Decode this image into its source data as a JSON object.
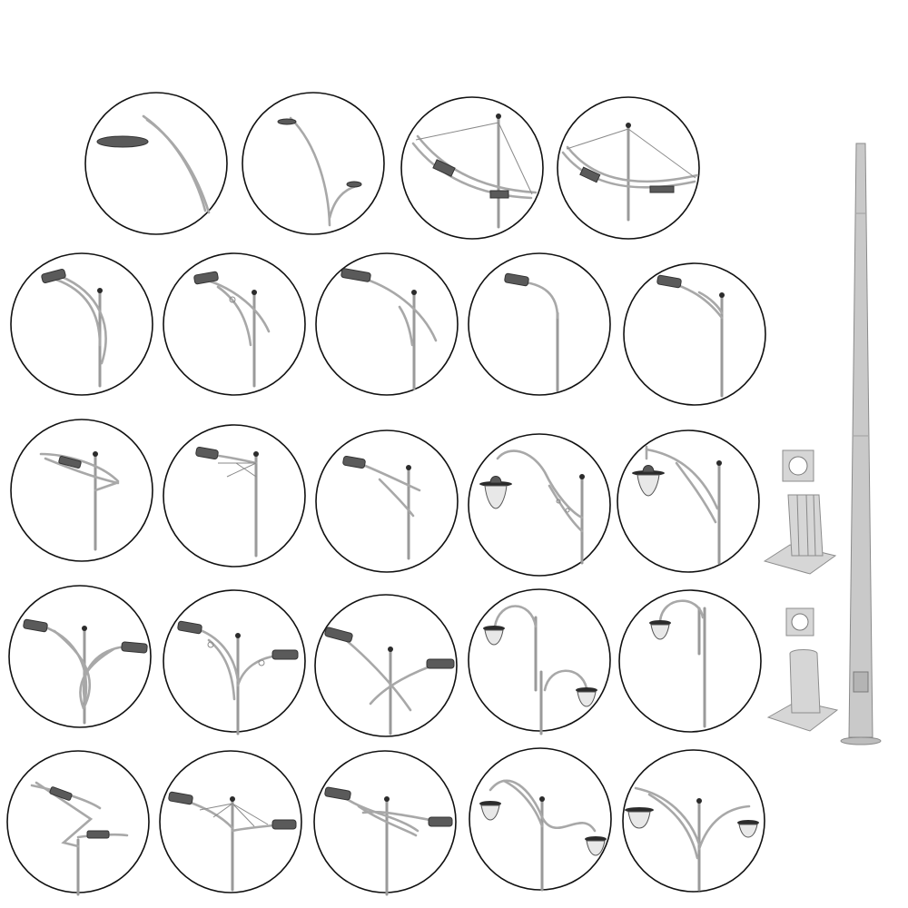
{
  "catalog": {
    "background": "#ffffff",
    "outline_color": "#111111",
    "metal_color": "#a8a8a8",
    "head_color": "#5a5a5a",
    "rows": [
      [
        {
          "style": "swoop-single-detail"
        },
        {
          "style": "twig-double-detail"
        },
        {
          "style": "cable-stay-arc-1"
        },
        {
          "style": "cable-stay-arc-2"
        }
      ],
      [
        {
          "style": "curve-single-a"
        },
        {
          "style": "curve-single-bracket"
        },
        {
          "style": "long-arm-single"
        },
        {
          "style": "shepherd-hook"
        },
        {
          "style": "braced-single"
        }
      ],
      [
        {
          "style": "sail-frame-single"
        },
        {
          "style": "wire-braced-single"
        },
        {
          "style": "cross-arm-single"
        },
        {
          "style": "decorative-lantern-scroll"
        },
        {
          "style": "decorative-lantern-arm"
        }
      ],
      [
        {
          "style": "double-loop"
        },
        {
          "style": "double-bracket"
        },
        {
          "style": "double-cross"
        },
        {
          "style": "double-hook-lantern"
        },
        {
          "style": "single-hook-lantern"
        }
      ],
      [
        {
          "style": "sail-frame-double"
        },
        {
          "style": "wire-braced-double"
        },
        {
          "style": "arched-double"
        },
        {
          "style": "decorative-double-wave"
        },
        {
          "style": "decorative-double-arch"
        }
      ]
    ],
    "accessories": [
      {
        "style": "octagonal-base-plate"
      },
      {
        "style": "round-base-plate"
      }
    ],
    "tall_pole": {
      "style": "conical-pole-with-door"
    }
  }
}
